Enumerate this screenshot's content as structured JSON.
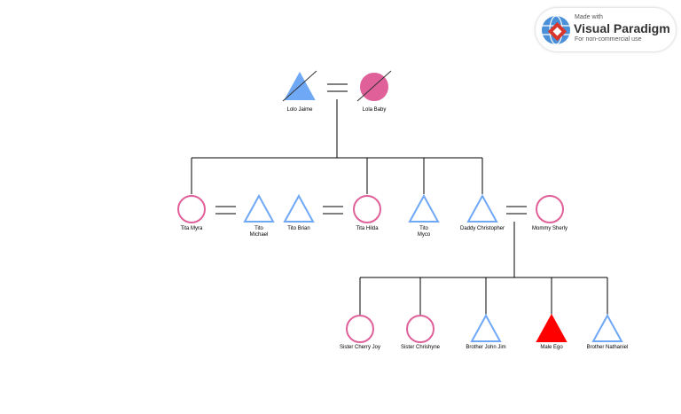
{
  "watermark": {
    "made_with": "Made with",
    "brand": "Visual Paradigm",
    "note": "For non-commercial use"
  },
  "colors": {
    "male_stroke": "#6fa8f5",
    "male_fill": "#6fa8f5",
    "female_stroke": "#e0609a",
    "female_fill": "#e0609a",
    "ego_fill": "#ff0000",
    "line": "#000000"
  },
  "people": {
    "lolo_jaime": {
      "name": "Lolo Jaime",
      "sex": "male",
      "deceased": true,
      "filled": true
    },
    "lola_baby": {
      "name": "Lola Baby",
      "sex": "female",
      "deceased": true,
      "filled": true
    },
    "tita_myra": {
      "name": "Tita Myra",
      "sex": "female"
    },
    "tito_michael": {
      "name": "Tito\nMichael",
      "sex": "male"
    },
    "tito_brian": {
      "name": "Tito Brian",
      "sex": "male"
    },
    "tita_hilda": {
      "name": "Tita Hilda",
      "sex": "female"
    },
    "tito_myco": {
      "name": "Tito\nMyco",
      "sex": "male"
    },
    "daddy_christopher": {
      "name": "Daddy Christopher",
      "sex": "male"
    },
    "mommy_sherly": {
      "name": "Mommy Sherly",
      "sex": "female"
    },
    "sister_cherry_joy": {
      "name": "Sister Cherry Joy",
      "sex": "female"
    },
    "sister_chrishyne": {
      "name": "Sister Chrishyne",
      "sex": "female"
    },
    "brother_john_jim": {
      "name": "Brother John Jim",
      "sex": "male"
    },
    "male_ego": {
      "name": "Male Ego",
      "sex": "male",
      "ego": true
    },
    "brother_nathaniel": {
      "name": "Brother Nathaniel",
      "sex": "male"
    }
  }
}
